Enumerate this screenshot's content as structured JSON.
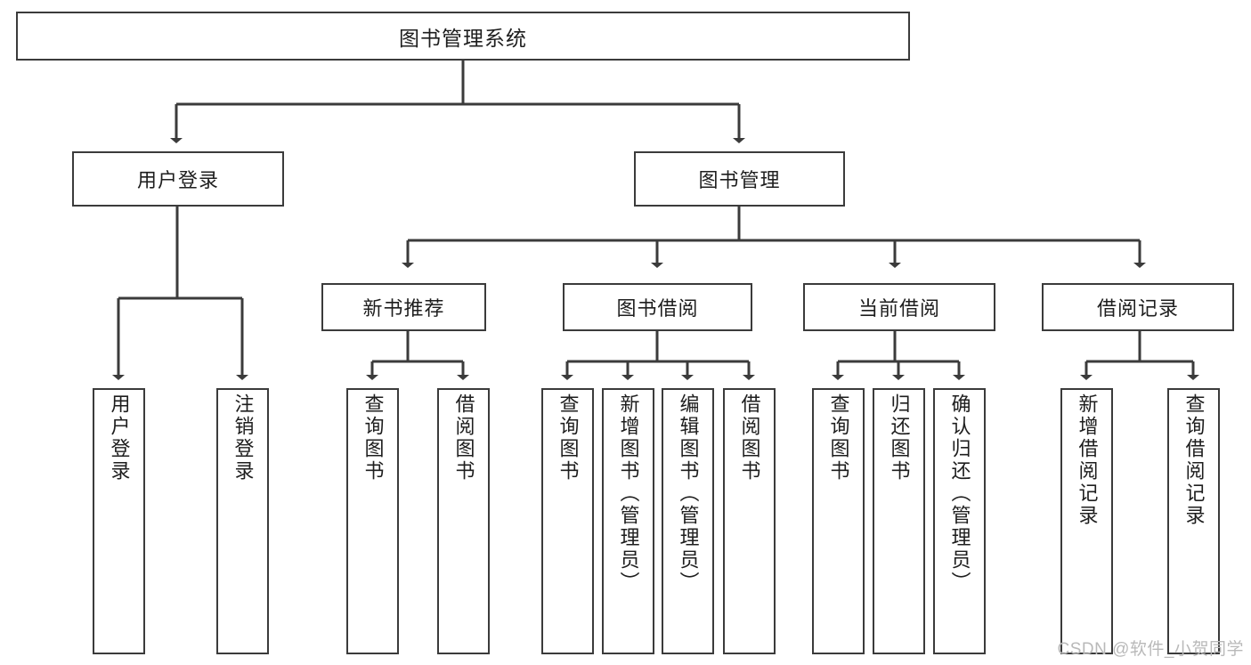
{
  "diagram": {
    "title": "图书管理系统",
    "root": {
      "label": "图书管理系统"
    },
    "level1": [
      {
        "label": "用户登录"
      },
      {
        "label": "图书管理"
      }
    ],
    "level2": [
      {
        "label": "新书推荐"
      },
      {
        "label": "图书借阅"
      },
      {
        "label": "当前借阅"
      },
      {
        "label": "借阅记录"
      }
    ],
    "leaves": {
      "user_login": [
        {
          "label": "用户登录"
        },
        {
          "label": "注销登录"
        }
      ],
      "new_book": [
        {
          "label": "查询图书"
        },
        {
          "label": "借阅图书"
        }
      ],
      "book_borrow": [
        {
          "label": "查询图书"
        },
        {
          "label": "新增图书（管理员）"
        },
        {
          "label": "编辑图书（管理员）"
        },
        {
          "label": "借阅图书"
        }
      ],
      "current_borrow": [
        {
          "label": "查询图书"
        },
        {
          "label": "归还图书"
        },
        {
          "label": "确认归还（管理员）"
        }
      ],
      "borrow_record": [
        {
          "label": "新增借阅记录"
        },
        {
          "label": "查询借阅记录"
        }
      ]
    }
  },
  "watermark": {
    "text": "CSDN @软件_小贺同学"
  },
  "colors": {
    "stroke": "#3b3b3b",
    "background": "#ffffff",
    "text": "#1e1e1e",
    "watermark": "#b9b9b9"
  }
}
